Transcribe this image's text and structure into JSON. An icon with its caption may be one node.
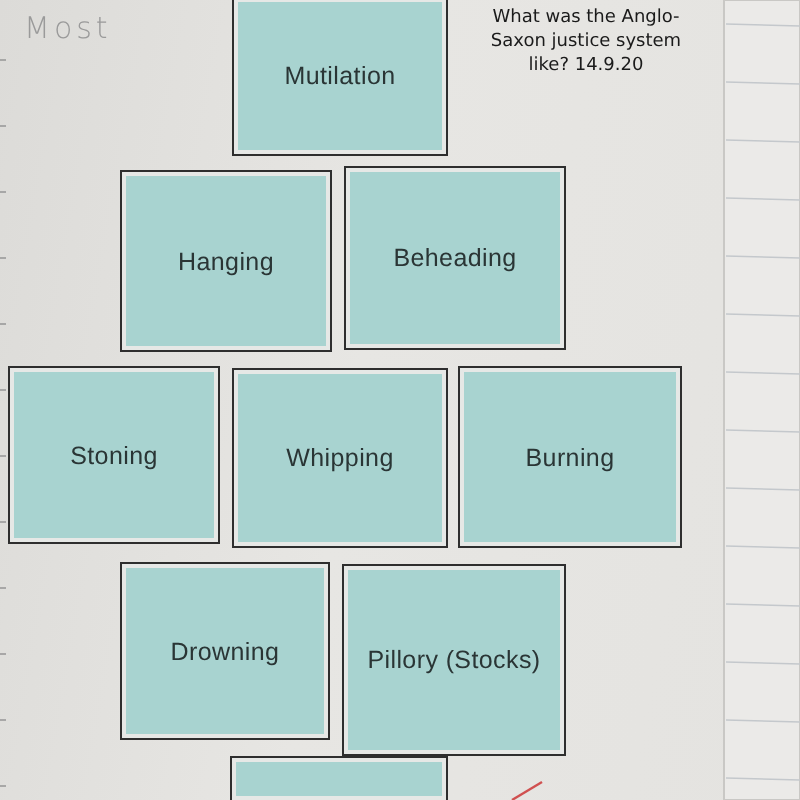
{
  "diagram": {
    "title": "What was the Anglo-Saxon justice system like? 14.9.20",
    "nodes": [
      {
        "text": [
          "Mutilation"
        ]
      },
      {
        "text": [
          "Hanging"
        ]
      },
      {
        "text": [
          "Beheading"
        ]
      },
      {
        "text": [
          "Stoning"
        ]
      },
      {
        "text": [
          "Whipping"
        ]
      },
      {
        "text": [
          "Burning"
        ]
      },
      {
        "text": [
          "Drowning"
        ]
      },
      {
        "text": [
          "Pillory (Stocks)"
        ]
      },
      {
        "text": [],
        "shape": "box"
      }
    ],
    "labels": [
      "Most"
    ]
  }
}
